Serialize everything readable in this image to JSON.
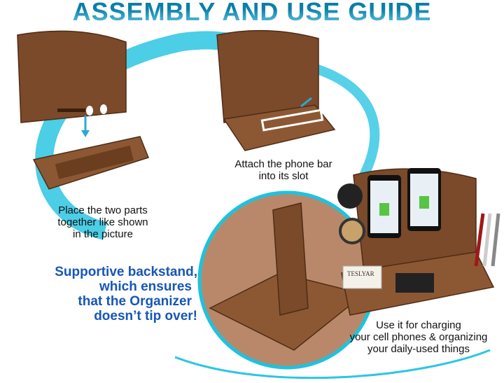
{
  "title": "ASSEMBLY AND USE GUIDE",
  "steps": [
    {
      "caption": "Place the two parts together like shown in the picture",
      "lines": [
        "Place the two parts",
        "together like shown",
        "in the picture"
      ]
    },
    {
      "caption": "Attach the phone bar into its slot",
      "lines": [
        "Attach the phone bar",
        "into its slot"
      ]
    },
    {
      "caption": "Use it for charging your cell phones & organizing your daily-used things",
      "lines": [
        "Use it for charging",
        "your cell phones & organizing",
        "your daily-used things"
      ]
    }
  ],
  "callout": {
    "lines": [
      "Supportive backstand,",
      "which ensures",
      "that the Organizer",
      "doesn’t tip over!"
    ]
  },
  "brand_card": "TESLYAR",
  "colors": {
    "accent": "#19c3e0",
    "callout": "#1656b8",
    "title": "#0b8fb8"
  }
}
